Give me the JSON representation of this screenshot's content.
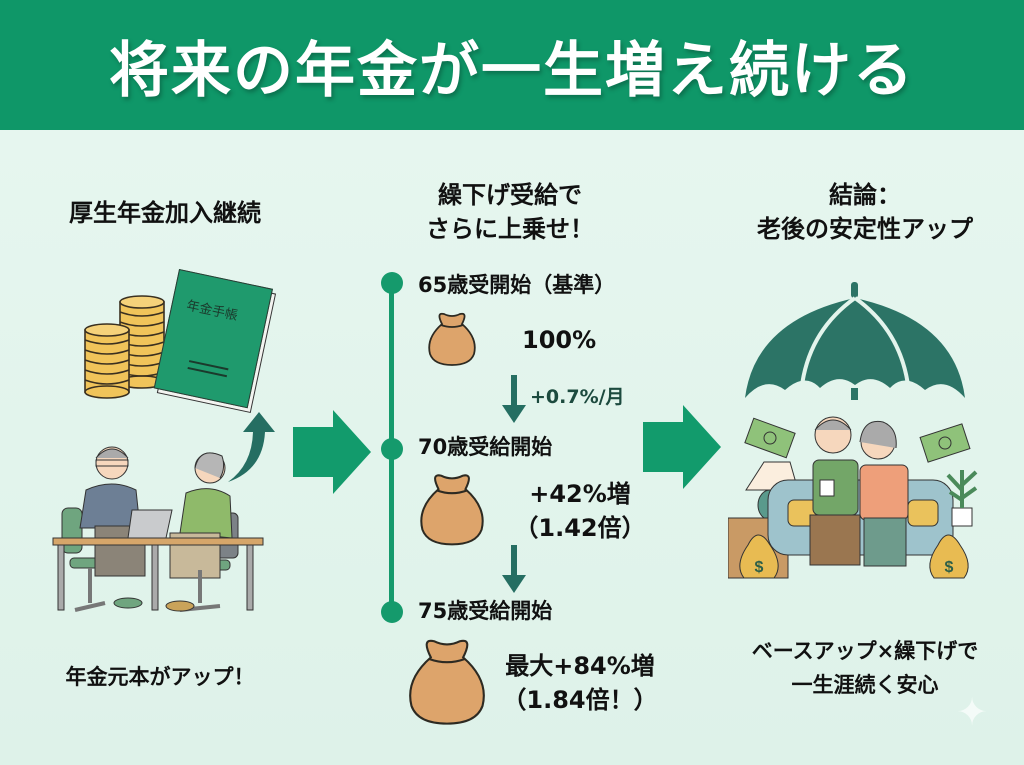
{
  "header": {
    "title": "将来の年金が一生増え続ける"
  },
  "colors": {
    "header_bg": "#0f9768",
    "accent_green": "#159a6c",
    "arrow_dark_teal": "#256e62",
    "background": "#e3f4ec",
    "coin_gold": "#f0c45a",
    "bag_tan": "#d9a46a"
  },
  "left_column": {
    "title": "厚生年金加入継続",
    "book_label": "年金手帳",
    "caption": "年金元本がアップ！",
    "icons": [
      "coin-stack-icon",
      "pension-book-icon",
      "curved-up-arrow-icon",
      "office-workers-illustration"
    ]
  },
  "middle_column": {
    "title_line1": "繰下げ受給で",
    "title_line2": "さらに上乗せ！",
    "steps": [
      {
        "label": "65歳受開始（基準）",
        "value": "100%"
      },
      {
        "label": "70歳受給開始",
        "value_line1": "+42%増",
        "value_line2": "（1.42倍）"
      },
      {
        "label": "75歳受給開始",
        "value_line1": "最大+84%増",
        "value_line2": "（1.84倍！）"
      }
    ],
    "increment_label": "+0.7%/月"
  },
  "right_column": {
    "title_line1": "結論：",
    "title_line2": "老後の安定性アップ",
    "caption_line1": "ベースアップ×繰下げで",
    "caption_line2": "一生涯続く安心",
    "icons": [
      "umbrella-icon",
      "elderly-couple-illustration",
      "money-bag-dollar-icon",
      "banknote-icon"
    ]
  },
  "flow_arrows": [
    "right-arrow-icon",
    "right-arrow-icon"
  ],
  "decoration": {
    "sparkle": "✦"
  }
}
